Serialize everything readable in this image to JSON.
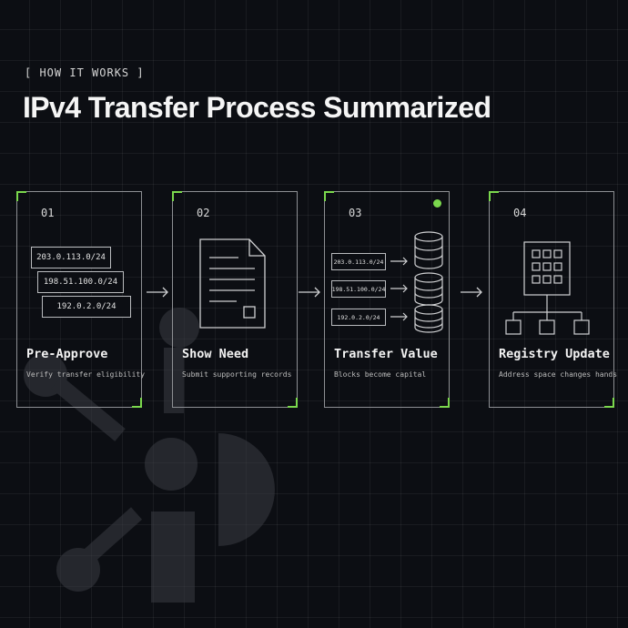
{
  "header": {
    "eyebrow": "[ HOW IT WORKS ]",
    "title": "IPv4 Transfer Process Summarized"
  },
  "steps": [
    {
      "number": "01",
      "title": "Pre-Approve",
      "subtitle": "Verify transfer eligibility",
      "ip_blocks": [
        "203.0.113.0/24",
        "198.51.100.0/24",
        "192.0.2.0/24"
      ]
    },
    {
      "number": "02",
      "title": "Show Need",
      "subtitle": "Submit supporting records"
    },
    {
      "number": "03",
      "title": "Transfer Value",
      "subtitle": "Blocks become capital",
      "ip_blocks": [
        "203.0.113.0/24",
        "198.51.100.0/24",
        "192.0.2.0/24"
      ]
    },
    {
      "number": "04",
      "title": "Registry Update",
      "subtitle": "Address space changes hands"
    }
  ],
  "colors": {
    "background": "#0c0e13",
    "accent": "#7bd84d",
    "card_border": "#8d8f93",
    "text": "#f2f2f2"
  },
  "icons": [
    "document-icon",
    "database-icon",
    "building-icon",
    "org-chart-icon",
    "arrow-right-icon",
    "status-dot-icon"
  ]
}
